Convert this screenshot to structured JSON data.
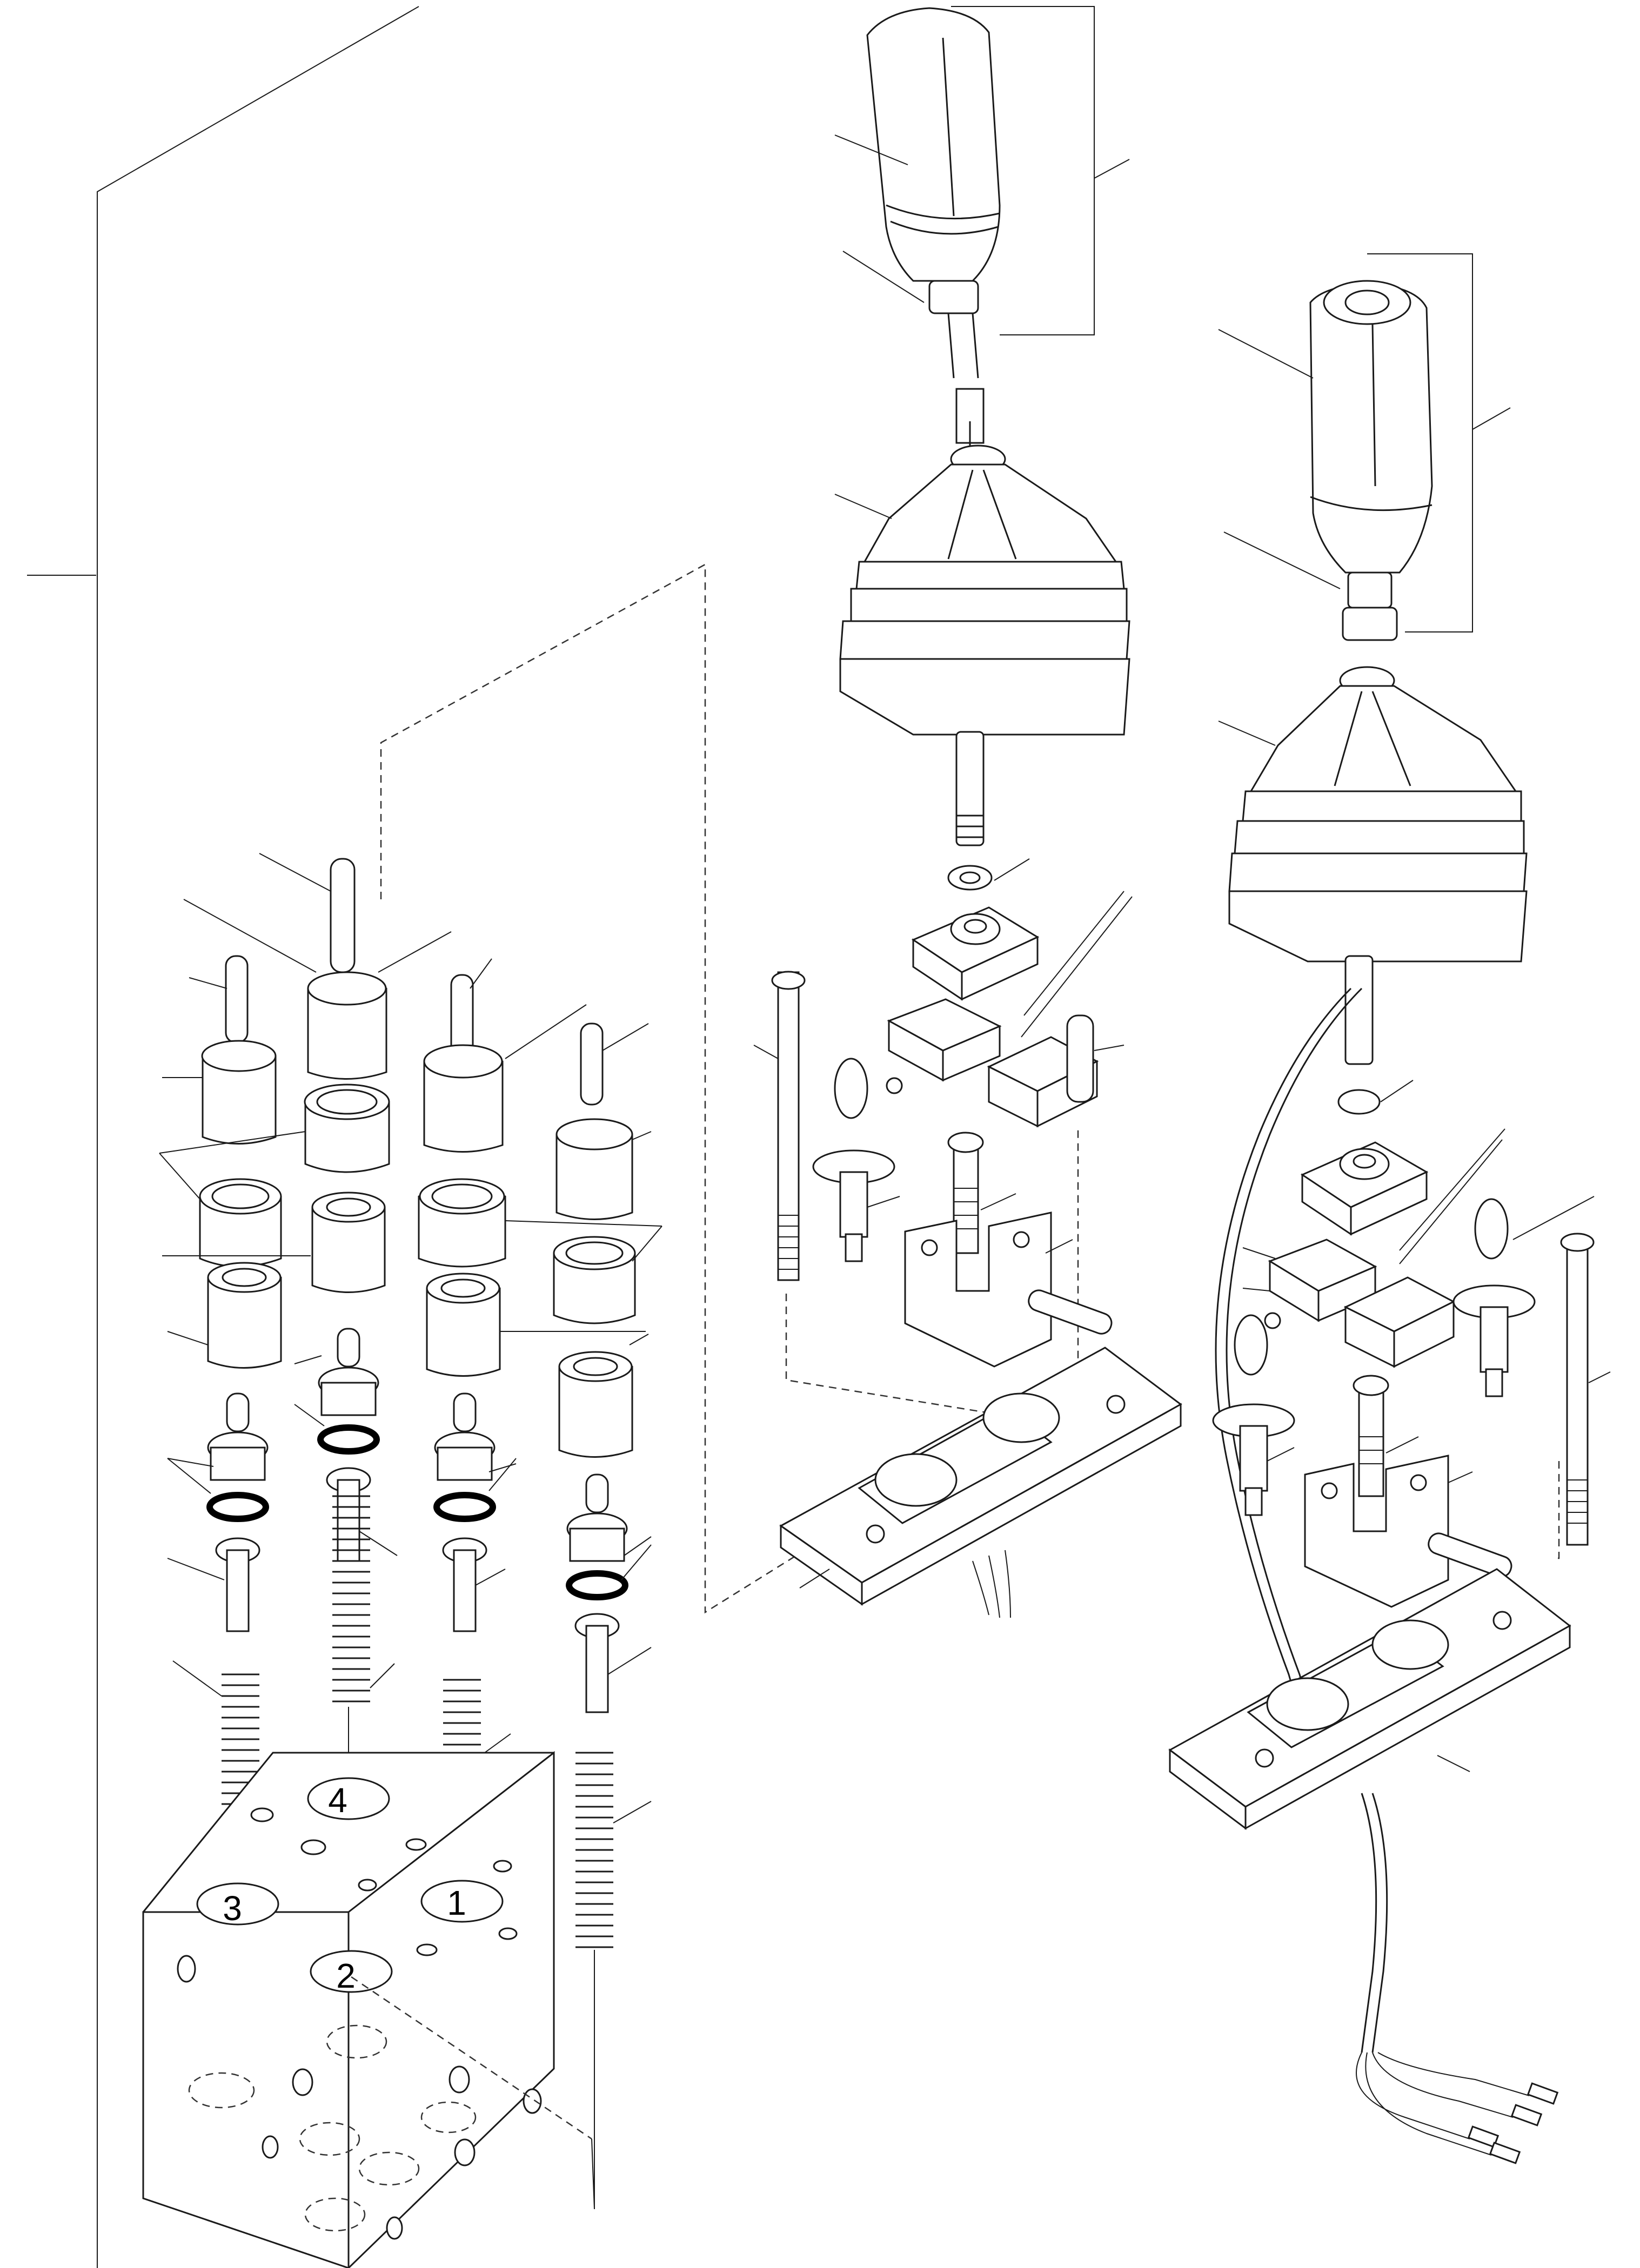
{
  "diagram": {
    "type": "exploded-parts-drawing",
    "port_numbers": [
      "1",
      "2",
      "3",
      "4"
    ]
  }
}
